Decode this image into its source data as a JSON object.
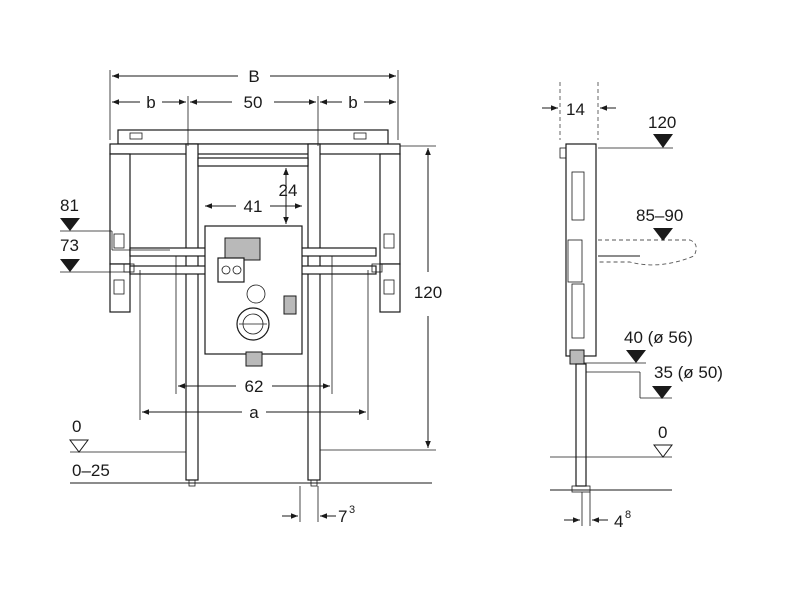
{
  "front_view": {
    "dim_B": "B",
    "dim_b_left": "b",
    "dim_50": "50",
    "dim_b_right": "b",
    "dim_24": "24",
    "dim_41": "41",
    "level_81": "81",
    "level_73": "73",
    "dim_120": "120",
    "dim_62": "62",
    "dim_a": "a",
    "floor_0": "0",
    "floor_range": "0–25",
    "foot_7": "7",
    "foot_7_sup": "3"
  },
  "side_view": {
    "dim_14": "14",
    "level_120": "120",
    "level_85_90": "85–90",
    "level_40": "40 (ø 56)",
    "level_35": "35 (ø 50)",
    "floor_0": "0",
    "foot_4": "4",
    "foot_4_sup": "8"
  }
}
